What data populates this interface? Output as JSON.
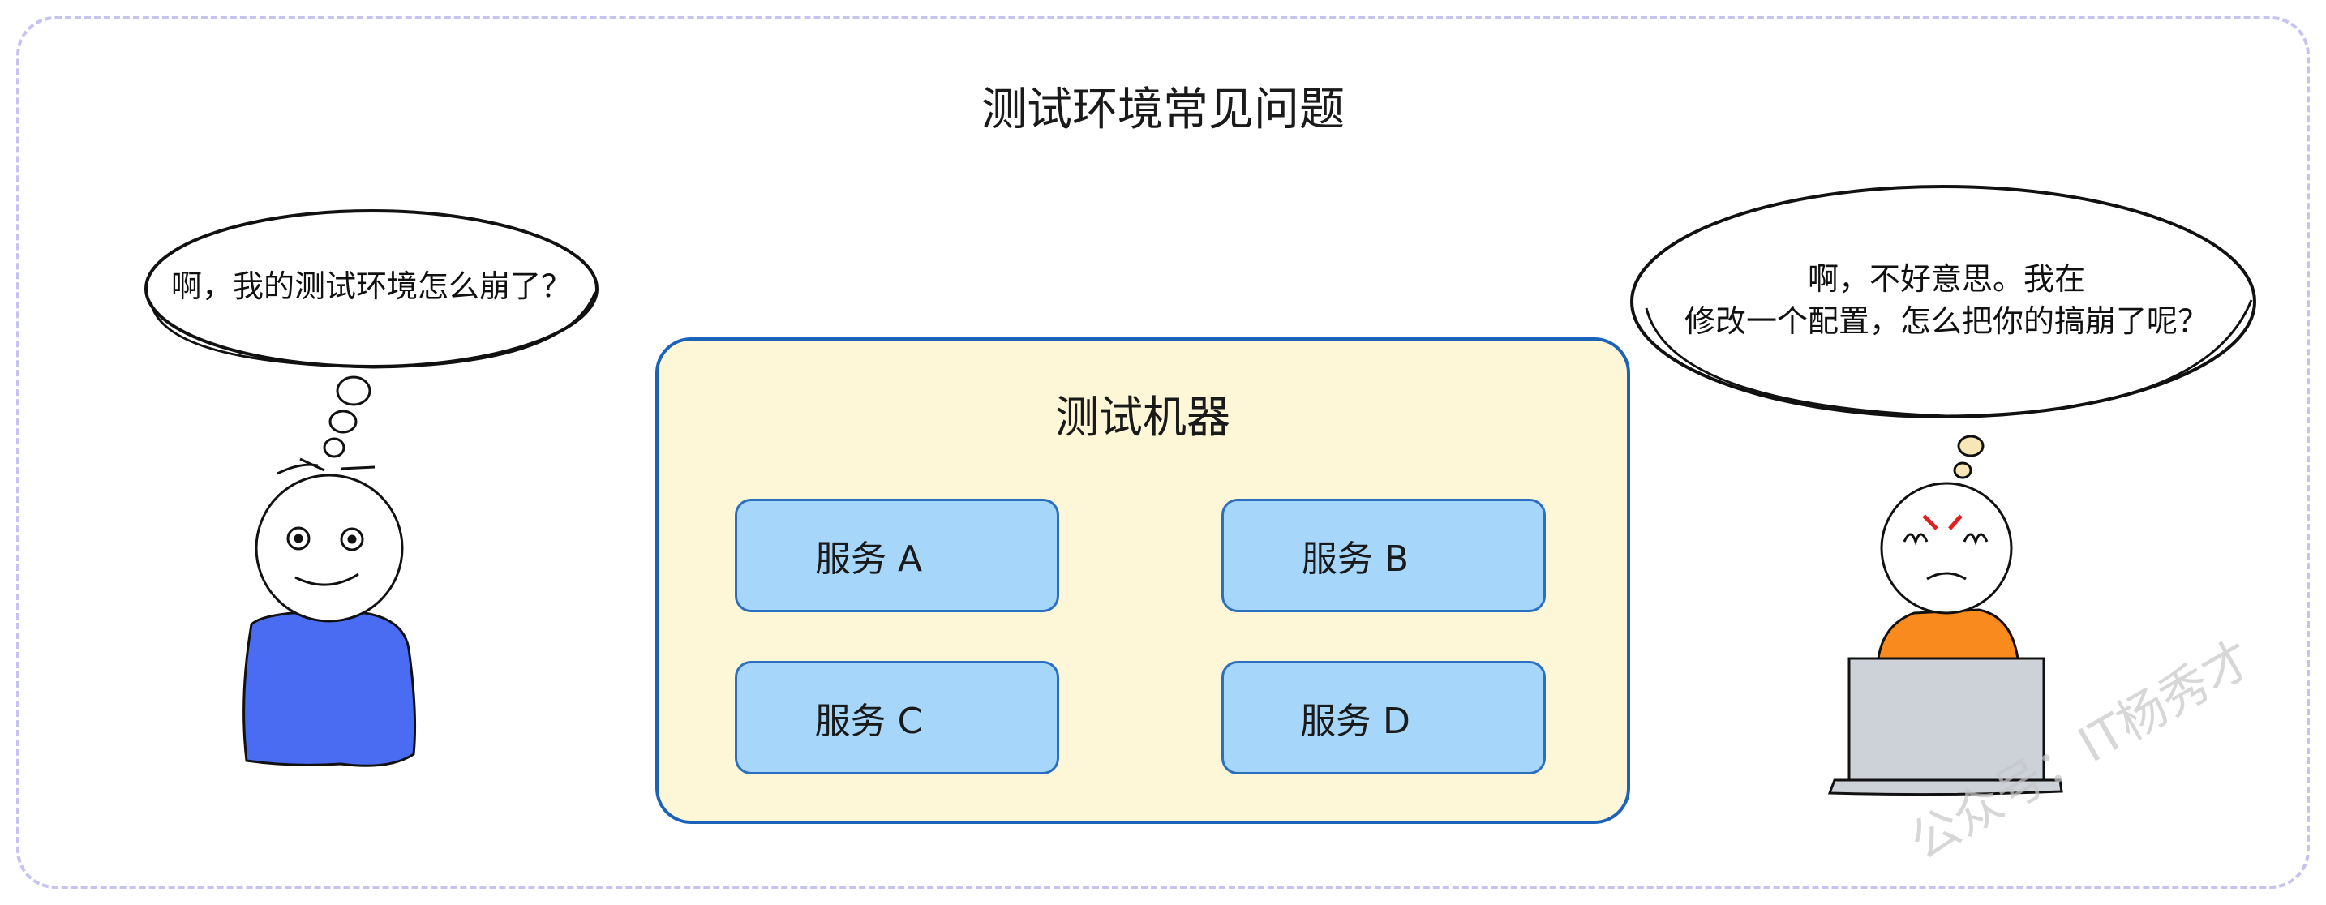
{
  "title": "测试环境常见问题",
  "machine": {
    "label": "测试机器",
    "services": [
      "服务 A",
      "服务 B",
      "服务 C",
      "服务 D"
    ]
  },
  "left_person": {
    "speech": "啊，我的测试环境怎么崩了？",
    "body_color": "#4a6cf2"
  },
  "right_person": {
    "speech_line1": "啊，不好意思。我在",
    "speech_line2": "修改一个配置，怎么把你的搞崩了呢？",
    "body_color": "#f98a1d",
    "laptop_color": "#cdd1d8"
  },
  "watermark": "公众号：IT杨秀才"
}
